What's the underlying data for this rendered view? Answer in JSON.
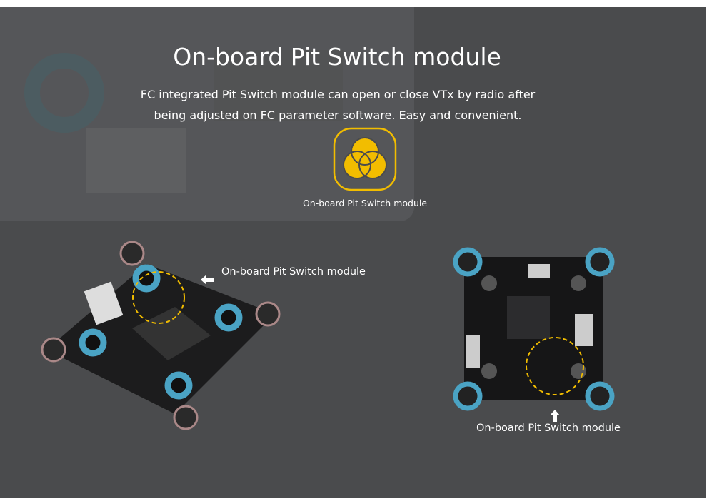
{
  "title": "On-board Pit Switch module",
  "description": [
    "FC integrated Pit Switch module can open or close VTx by radio after",
    "being adjusted on FC parameter software. Easy and convenient."
  ],
  "icon": {
    "name": "venn-icon",
    "color": "#f2bd00",
    "label": "On-board Pit Switch module"
  },
  "left_board": {
    "label": "On-board Pit Switch module"
  },
  "right_board": {
    "label": "On-board Pit Switch module"
  },
  "colors": {
    "background": "#4a4b4d",
    "accent": "#f2bd00"
  }
}
